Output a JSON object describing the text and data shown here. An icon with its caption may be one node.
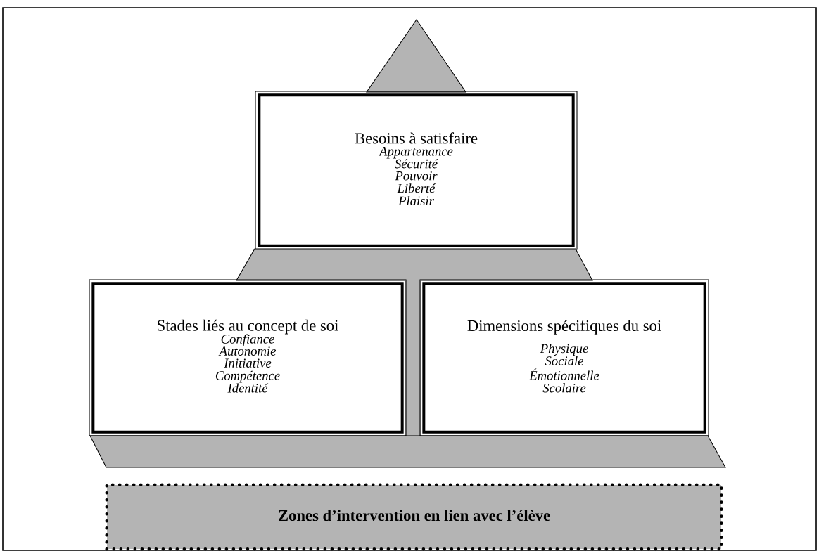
{
  "diagram": {
    "nodes": [
      {
        "text": [
          "Besoins à satisfaire",
          "Appartenance",
          "Sécurité",
          "Pouvoir",
          "Liberté",
          "Plaisir"
        ]
      },
      {
        "text": [
          "Stades liés au concept de soi",
          "Confiance",
          "Autonomie",
          "Initiative",
          "Compétence",
          "Identité"
        ]
      },
      {
        "text": [
          "Dimensions spécifiques du soi",
          "Physique",
          "Sociale",
          "Émotionnelle",
          "Scolaire"
        ]
      },
      {
        "text": [
          "Zones d’intervention en lien avec l’élève"
        ]
      }
    ]
  }
}
